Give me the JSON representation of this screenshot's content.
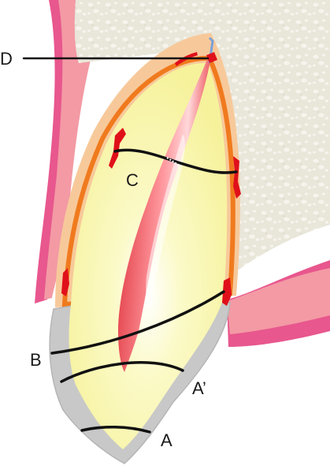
{
  "labels": {
    "a": "A",
    "a_prime": "A’",
    "b": "B",
    "c": "C",
    "d": "D"
  },
  "colors": {
    "gingiva_outer": "#e8578e",
    "gingiva_inner": "#f39aa4",
    "bone": "#e9e6da",
    "bone_dots": "#f6f4ec",
    "pdl": "#f7c99a",
    "lamina_dura": "#f07a1e",
    "root_dentin": "#f7f4a6",
    "enamel": "#c8c8c8",
    "pulp": "#e8323a",
    "apex_blue": "#7aa1d8",
    "bleed": "#e0101a",
    "section_line": "#111111"
  }
}
